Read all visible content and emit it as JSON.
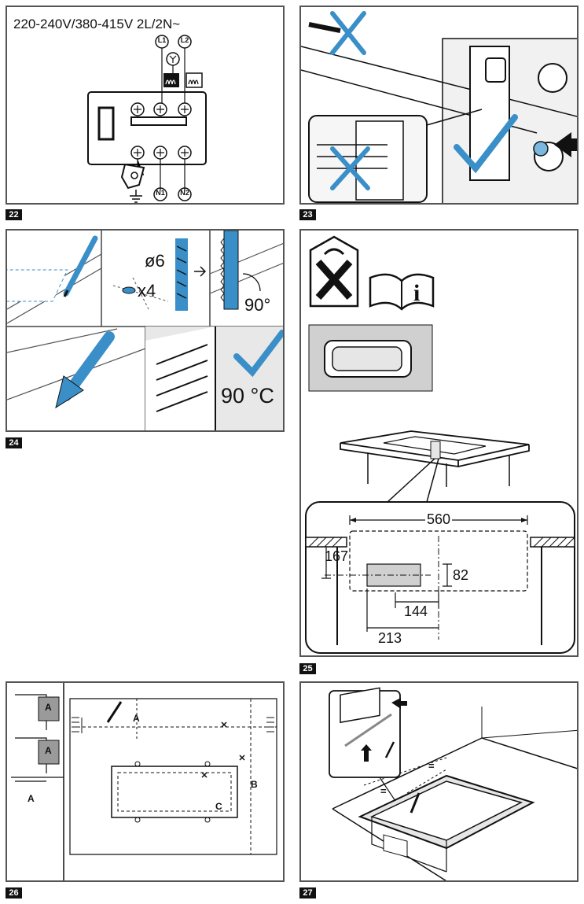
{
  "figures": [
    {
      "id": "22",
      "number": "22",
      "voltage": "220-240V/380-415V 2L/2N~",
      "terminals": {
        "l1": "L1",
        "l2": "L2",
        "n1": "N1",
        "n2": "N2"
      }
    },
    {
      "id": "23",
      "number": "23"
    },
    {
      "id": "24",
      "number": "24",
      "drill_diameter": "ø6",
      "hole_count": "x4",
      "saw_angle": "90°",
      "temperature": "90 °C"
    },
    {
      "id": "25",
      "number": "25",
      "dimensions": {
        "width": "560",
        "depth": "167",
        "height": "82",
        "offset": "144",
        "position": "213"
      }
    },
    {
      "id": "26",
      "number": "26",
      "labels": {
        "a": "A",
        "b": "B",
        "c": "C"
      }
    },
    {
      "id": "27",
      "number": "27",
      "equal_mark": "="
    }
  ],
  "colors": {
    "accent": "#3a8fc8",
    "frame": "#555555",
    "grey": "#d0d0d0"
  }
}
